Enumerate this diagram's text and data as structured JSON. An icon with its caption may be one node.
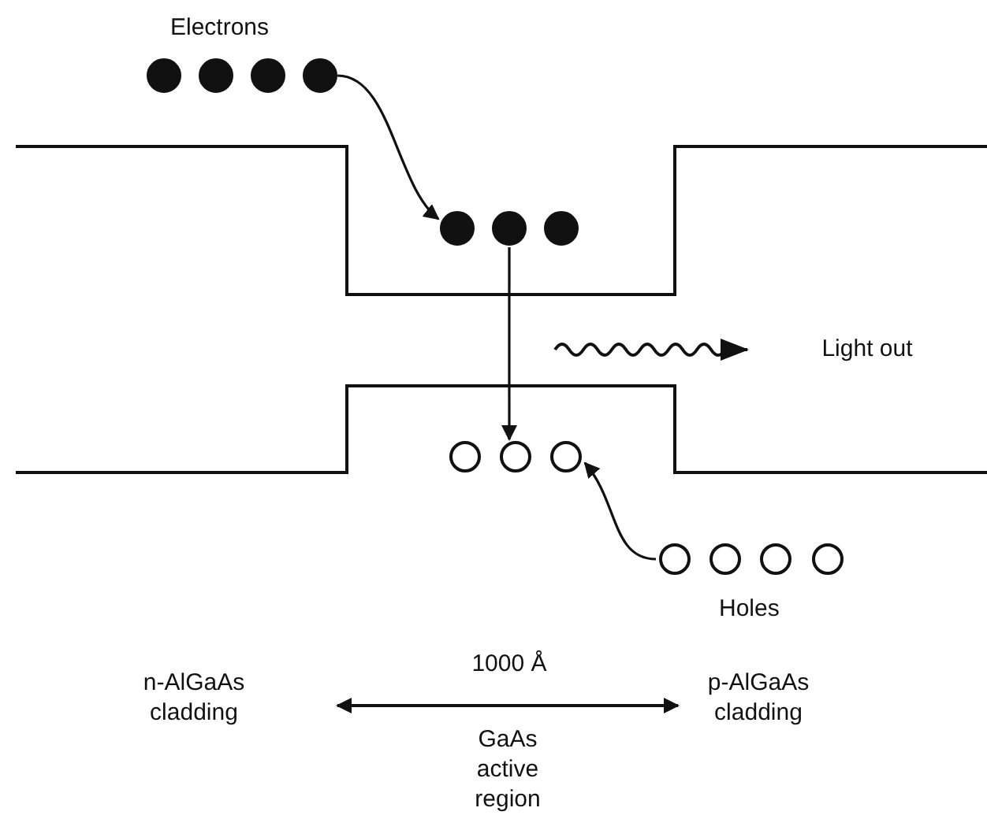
{
  "diagram": {
    "nodes": [
      {
        "text": [
          "Electrons"
        ]
      },
      {
        "text": [],
        "shape": "circle"
      },
      {
        "text": [],
        "shape": "circle"
      },
      {
        "text": [
          "Holes"
        ]
      }
    ],
    "edges": [
      {
        "from": 0,
        "to": 1,
        "arrow": "to"
      },
      {
        "from": 1,
        "to": 2,
        "arrow": "to"
      },
      {
        "from": 3,
        "to": 2,
        "arrow": "to"
      }
    ],
    "labels": [
      "Light out",
      "1000 Å",
      "n-AlGaAs cladding",
      "p-AlGaAs cladding",
      "GaAs active region"
    ]
  }
}
